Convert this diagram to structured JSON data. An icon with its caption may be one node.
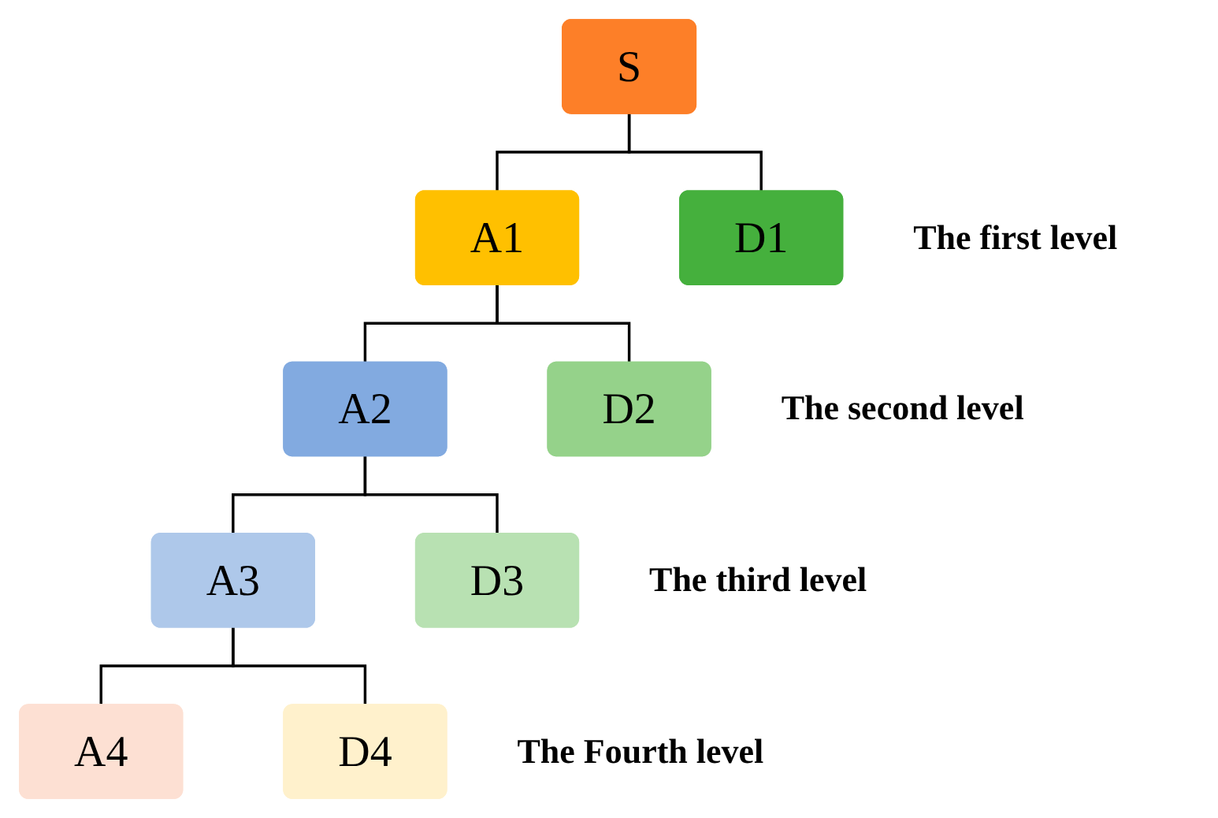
{
  "diagram": {
    "nodes": [
      {
        "text": [
          "S"
        ]
      },
      {
        "text": [
          "A1"
        ]
      },
      {
        "text": [
          "D1"
        ]
      },
      {
        "text": [
          "A2"
        ]
      },
      {
        "text": [
          "D2"
        ]
      },
      {
        "text": [
          "A3"
        ]
      },
      {
        "text": [
          "D3"
        ]
      },
      {
        "text": [
          "A4"
        ]
      },
      {
        "text": [
          "D4"
        ]
      }
    ],
    "edges": [
      {
        "from": 0,
        "to": 1,
        "arrow": "none"
      },
      {
        "from": 0,
        "to": 2,
        "arrow": "none"
      },
      {
        "from": 1,
        "to": 3,
        "arrow": "none"
      },
      {
        "from": 1,
        "to": 4,
        "arrow": "none"
      },
      {
        "from": 3,
        "to": 5,
        "arrow": "none"
      },
      {
        "from": 3,
        "to": 6,
        "arrow": "none"
      },
      {
        "from": 5,
        "to": 7,
        "arrow": "none"
      },
      {
        "from": 5,
        "to": 8,
        "arrow": "none"
      }
    ],
    "labels": [
      "The first level",
      "The second level",
      "The third level",
      "The Fourth level"
    ]
  }
}
